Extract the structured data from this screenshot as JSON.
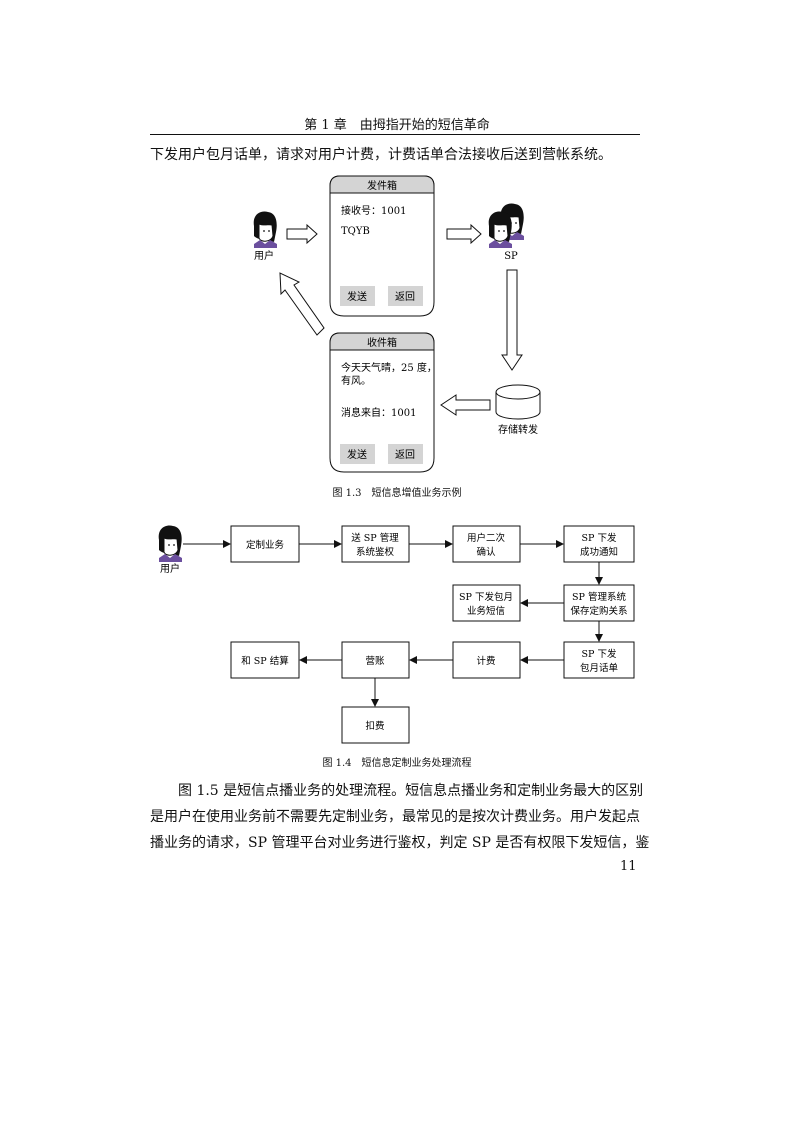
{
  "header": "第 1 章　由拇指开始的短信革命",
  "intro_line": "下发用户包月话单，请求对用户计费，计费话单合法接收后送到营帐系统。",
  "fig13": {
    "user_label": "用户",
    "sp_label": "SP",
    "store_label": "存储转发",
    "outbox": {
      "title": "发件箱",
      "line1": "接收号：1001",
      "line2": "TQYB",
      "btn_send": "发送",
      "btn_back": "返回"
    },
    "inbox": {
      "title": "收件箱",
      "line1": "今天天气晴，25 度，",
      "line2": "有风。",
      "line3": "消息来自：1001",
      "btn_send": "发送",
      "btn_back": "返回"
    },
    "caption": "图 1.3　短信息增值业务示例"
  },
  "fig14": {
    "user_label": "用户",
    "boxes": {
      "custom": [
        "定制业务"
      ],
      "auth": [
        "送 SP 管理",
        "系统鉴权"
      ],
      "confirm": [
        "用户二次",
        "确认"
      ],
      "notify": [
        "SP 下发",
        "成功通知"
      ],
      "keep": [
        "SP 管理系统",
        "保存定购关系"
      ],
      "monthly_msg": [
        "SP 下发包月",
        "业务短信"
      ],
      "bill": [
        "SP 下发",
        "包月话单"
      ],
      "charge": [
        "计费"
      ],
      "account": [
        "营账"
      ],
      "settle": [
        "和 SP 结算"
      ],
      "deduct": [
        "扣费"
      ]
    },
    "caption": "图 1.4　短信息定制业务处理流程"
  },
  "body_lines": [
    "图 1.5 是短信点播业务的处理流程。短信息点播业务和定制业务最大的区别",
    "是用户在使用业务前不需要先定制业务，最常见的是按次计费业务。用户发起点",
    "播业务的请求，SP 管理平台对业务进行鉴权，判定 SP 是否有权限下发短信，鉴"
  ],
  "page_number": "11"
}
